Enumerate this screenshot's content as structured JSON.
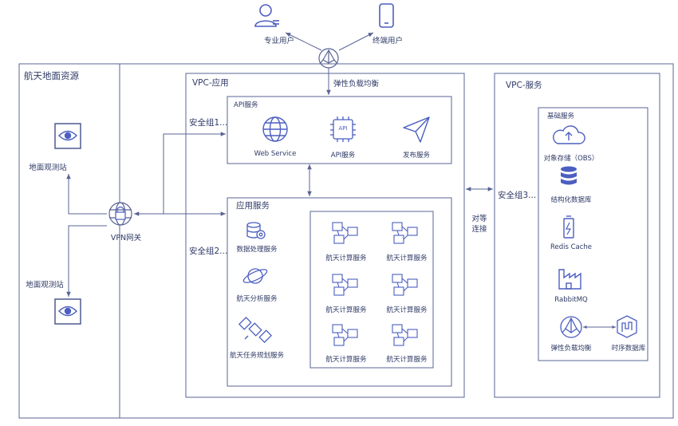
{
  "users": {
    "pro": "专业用户",
    "terminal": "终端用户"
  },
  "ground": {
    "title": "航天地面资源",
    "station_top": "地面观测站",
    "station_bottom": "地面观测站",
    "vpn": "VPN网关"
  },
  "vpc_app": {
    "title": "VPC-应用",
    "elb_label": "弹性负载均衡",
    "sg1": "安全组1...",
    "sg2": "安全组2...",
    "api": {
      "title": "API服务",
      "items": [
        "Web Service",
        "API服务",
        "发布服务"
      ],
      "chip_text": "API"
    },
    "app": {
      "title": "应用服务",
      "items": [
        "数据处理服务",
        "航天分析服务",
        "航天任务规划服务"
      ],
      "compute": [
        "航天计算服务",
        "航天计算服务",
        "航天计算服务",
        "航天计算服务",
        "航天计算服务",
        "航天计算服务"
      ]
    }
  },
  "peering": [
    "对等",
    "连接"
  ],
  "vpc_svc": {
    "title": "VPC-服务",
    "sg3": "安全组3...",
    "base": {
      "title": "基础服务",
      "items": [
        "对象存储（OBS）",
        "结构化数据库",
        "Redis Cache",
        "RabbitMQ",
        "弹性负载均衡",
        "时序数据库"
      ]
    }
  },
  "colors": {
    "line": "#6b74a8",
    "box": "#5a6494",
    "icon": "#4c5fc0",
    "text": "#2f3a66"
  }
}
